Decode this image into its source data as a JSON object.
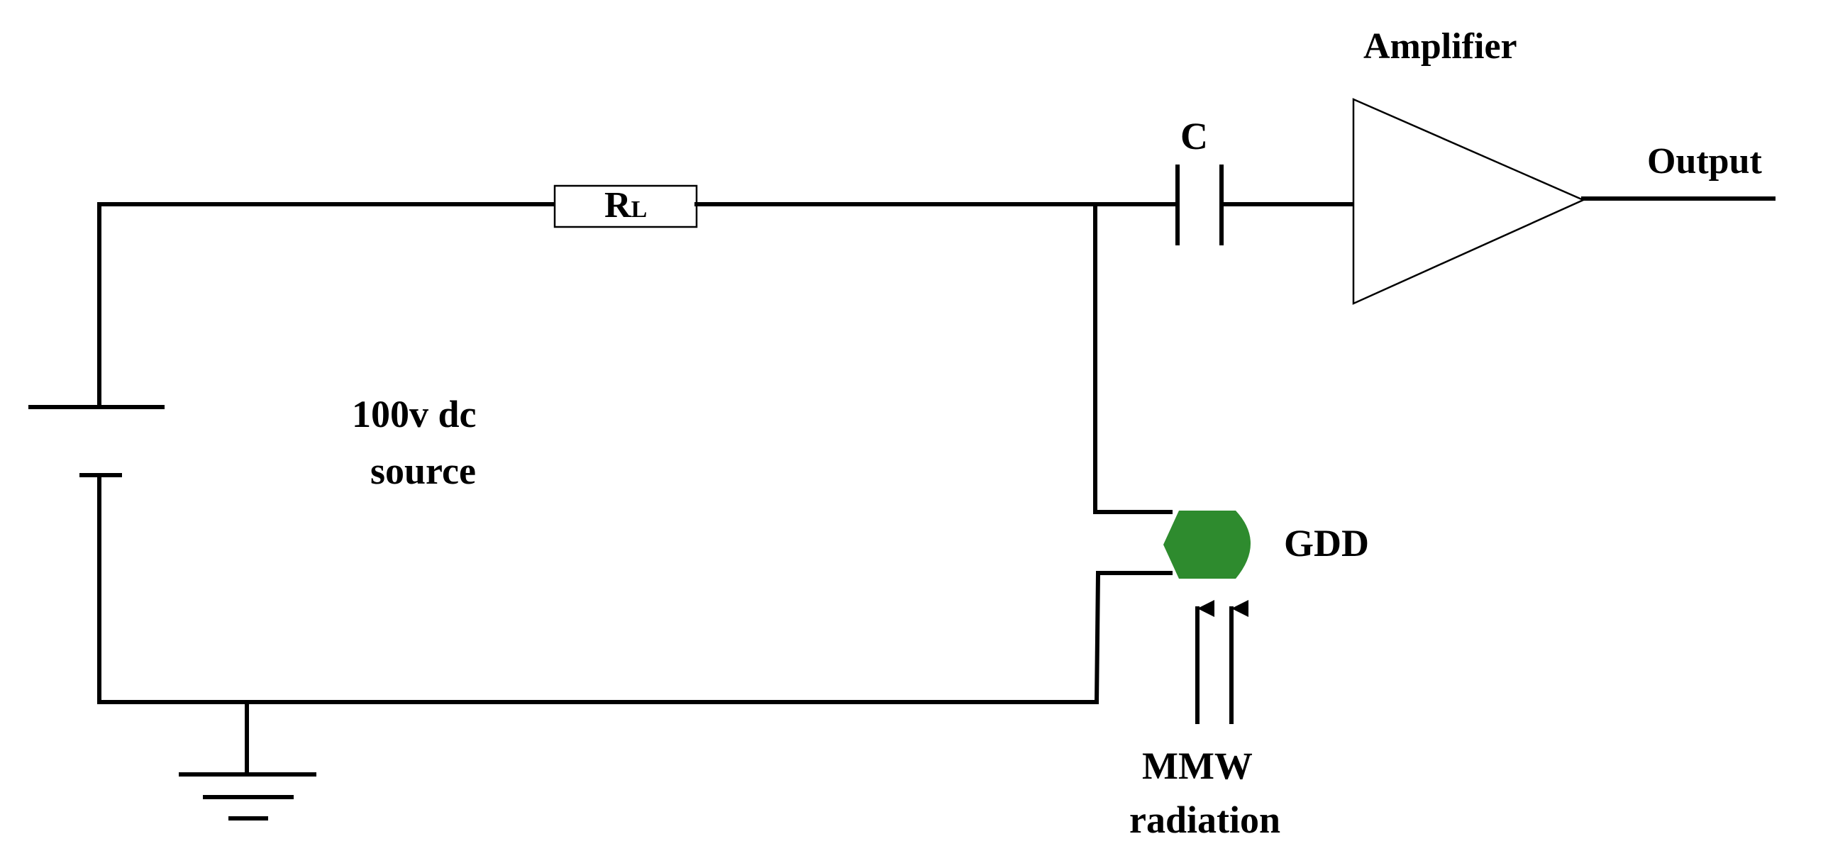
{
  "labels": {
    "amplifier": "Amplifier",
    "capacitor": "C",
    "output": "Output",
    "resistor_main": "R",
    "resistor_sub": "L",
    "source_line1": "100v dc",
    "source_line2": "source",
    "detector": "GDD",
    "radiation_line1": "MMW",
    "radiation_line2": "radiation"
  },
  "colors": {
    "line": "#000000",
    "detector_fill": "#2e8b2e",
    "background": "#ffffff"
  }
}
